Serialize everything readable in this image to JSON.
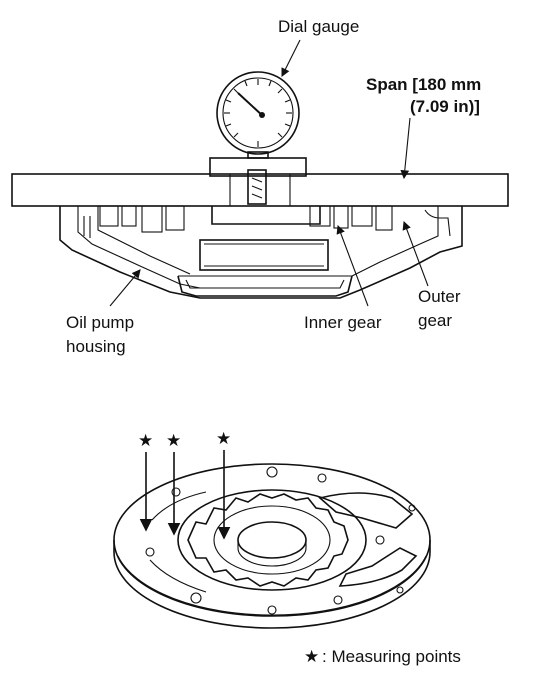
{
  "labels": {
    "dial_gauge": "Dial gauge",
    "span_line1": "Span [180 mm",
    "span_line2": "(7.09 in)]",
    "oil_pump_line1": "Oil pump",
    "oil_pump_line2": "housing",
    "inner_gear": "Inner gear",
    "outer_line1": "Outer",
    "outer_line2": "gear",
    "legend_star": "★",
    "legend_text": ": Measuring points"
  },
  "measuring_marks": [
    "★",
    "★",
    "★"
  ]
}
